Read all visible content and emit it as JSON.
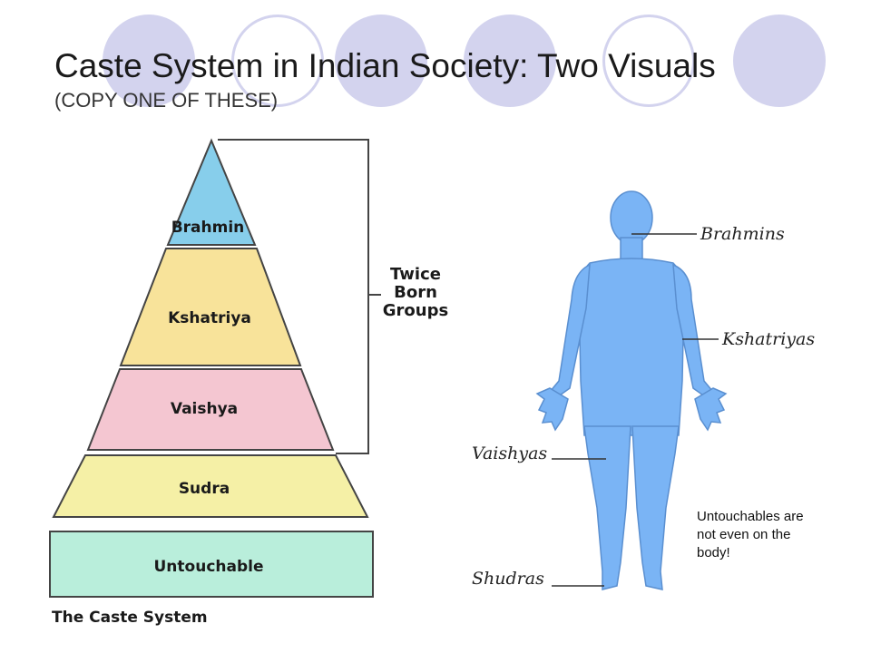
{
  "slide": {
    "title": "Caste System in Indian Society: Two Visuals",
    "subtitle": "(COPY ONE OF THESE)"
  },
  "pyramid": {
    "levels": [
      {
        "label": "Brahmin",
        "color": "#87ceeb"
      },
      {
        "label": "Kshatriya",
        "color": "#f8e39a"
      },
      {
        "label": "Vaishya",
        "color": "#f4c6d1"
      },
      {
        "label": "Sudra",
        "color": "#f5f0a6"
      }
    ],
    "base": {
      "label": "Untouchable",
      "color": "#b9eedb"
    },
    "bracket_label": [
      "Twice",
      "Born",
      "Groups"
    ],
    "caption": "The Caste System"
  },
  "body_figure": {
    "color": "#7ab4f5",
    "labels": {
      "brahmins": "Brahmins",
      "kshatriyas": "Kshatriyas",
      "vaishyas": "Vaishyas",
      "shudras": "Shudras"
    },
    "note": "Untouchables are not even on the body!"
  }
}
